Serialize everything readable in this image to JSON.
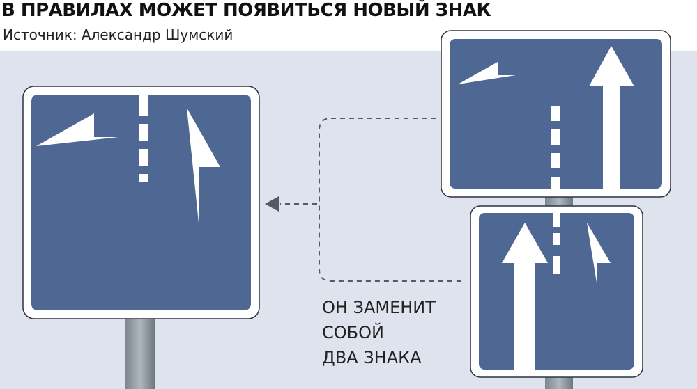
{
  "header": {
    "title": "В ПРАВИЛАХ МОЖЕТ ПОЯВИТЬСЯ НОВЫЙ ЗНАК",
    "source": "Источник: Александр Шумский"
  },
  "caption": {
    "lines": [
      "ОН ЗАМЕНИТ",
      "СОБОЙ",
      "ДВА ЗНАКА"
    ]
  },
  "colors": {
    "background": "#dfe3ed",
    "sign_blue": "#4f6893",
    "sign_white": "#ffffff",
    "connector": "#555a63"
  }
}
